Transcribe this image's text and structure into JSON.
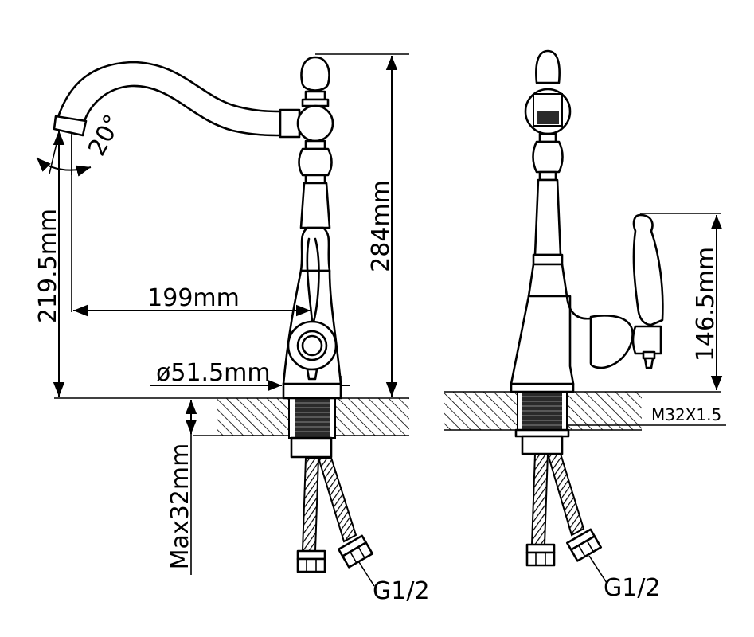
{
  "dimensions": {
    "angle": "20°",
    "spout_height": "219.5mm",
    "spout_reach": "199mm",
    "total_height": "284mm",
    "base_diameter": "ø51.5mm",
    "max_deck_thickness": "Max32mm",
    "handle_height": "146.5mm",
    "thread": "M32X1.5",
    "connection_left": "G1/2",
    "connection_right": "G1/2"
  }
}
